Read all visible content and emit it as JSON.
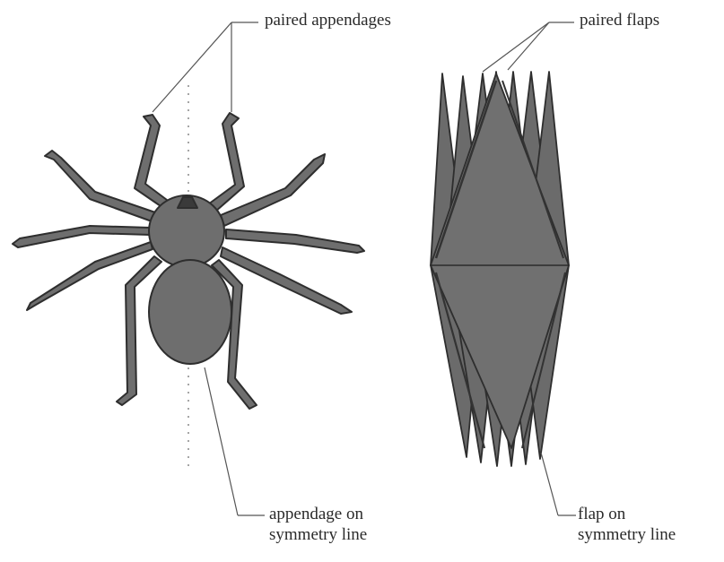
{
  "diagram": {
    "labels": {
      "paired_appendages": "paired appendages",
      "paired_flaps": "paired flaps",
      "appendage_symmetry_line": [
        "appendage on",
        "symmetry line"
      ],
      "flap_symmetry_line": [
        "flap on",
        "symmetry line"
      ]
    },
    "colors": {
      "fill": "#6e6e6e",
      "outline": "#2e2e2e",
      "leader": "#555555",
      "text": "#2a2a2a"
    }
  }
}
